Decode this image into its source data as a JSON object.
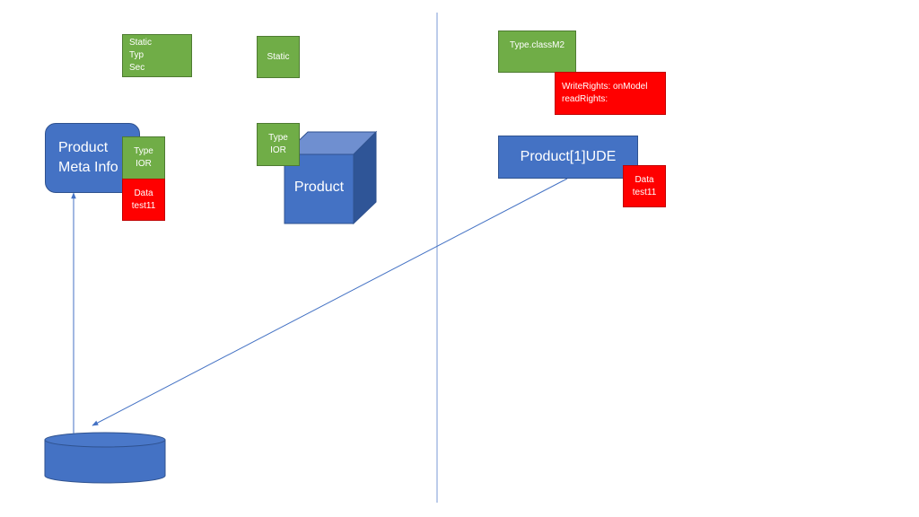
{
  "colors": {
    "green": "#70ad47",
    "red": "#ff0000",
    "blue": "#4472c4",
    "connector": "#4472c4",
    "divider": "#8faadc"
  },
  "static_typ_sec": {
    "lines": [
      "Static",
      "Typ",
      "Sec"
    ]
  },
  "static_box": {
    "label": "Static"
  },
  "typeclass_box": {
    "label": "Type.classM2"
  },
  "rights_box": {
    "lines": [
      "WriteRights: onModel",
      "readRights:"
    ]
  },
  "meta_info": {
    "lines": [
      "Product",
      "Meta Info"
    ]
  },
  "type_ior_1": {
    "lines": [
      "Type",
      "IOR"
    ]
  },
  "data_1": {
    "lines": [
      "Data",
      "test11"
    ]
  },
  "type_ior_2": {
    "lines": [
      "Type",
      "IOR"
    ]
  },
  "cube": {
    "label": "Product"
  },
  "product_ude": {
    "label": "Product[1]UDE"
  },
  "data_2": {
    "lines": [
      "Data",
      "test11"
    ]
  }
}
